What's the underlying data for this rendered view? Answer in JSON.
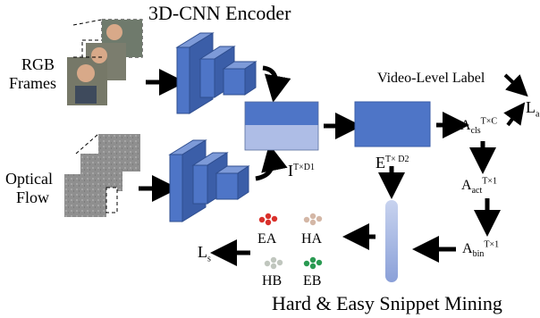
{
  "title": "3D-CNN Encoder",
  "inputs": {
    "rgb_line1": "RGB",
    "rgb_line2": "Frames",
    "flow_line1": "Optical",
    "flow_line2": "Flow"
  },
  "features": {
    "I_base": "I",
    "I_sup": "T×D1",
    "E_base": "E",
    "E_sup": "T× D2"
  },
  "video_label": "Video-Level Label",
  "loss_a": "L",
  "loss_a_sub": "a",
  "cls_base": "A",
  "cls_sub": "cls",
  "cls_sup": "T×C",
  "act_base": "A",
  "act_sub": "act",
  "act_sup": "T×1",
  "bin_base": "A",
  "bin_sub": "bin",
  "bin_sup": "T×1",
  "loss_s": "L",
  "loss_s_sub": "s",
  "snippets": {
    "EA": "EA",
    "HA": "HA",
    "HB": "HB",
    "EB": "EB"
  },
  "mining_title": "Hard & Easy Snippet Mining",
  "colors": {
    "block_blue": "#4e75c7",
    "block_edge": "#2f4e8f",
    "light_blue": "#aebde6",
    "pill_blue": "#9eb1e0",
    "ea_red": "#d9302b",
    "ha_tan": "#d4b7a6",
    "hb_gray": "#c0c6be",
    "eb_green": "#2a9a52"
  }
}
